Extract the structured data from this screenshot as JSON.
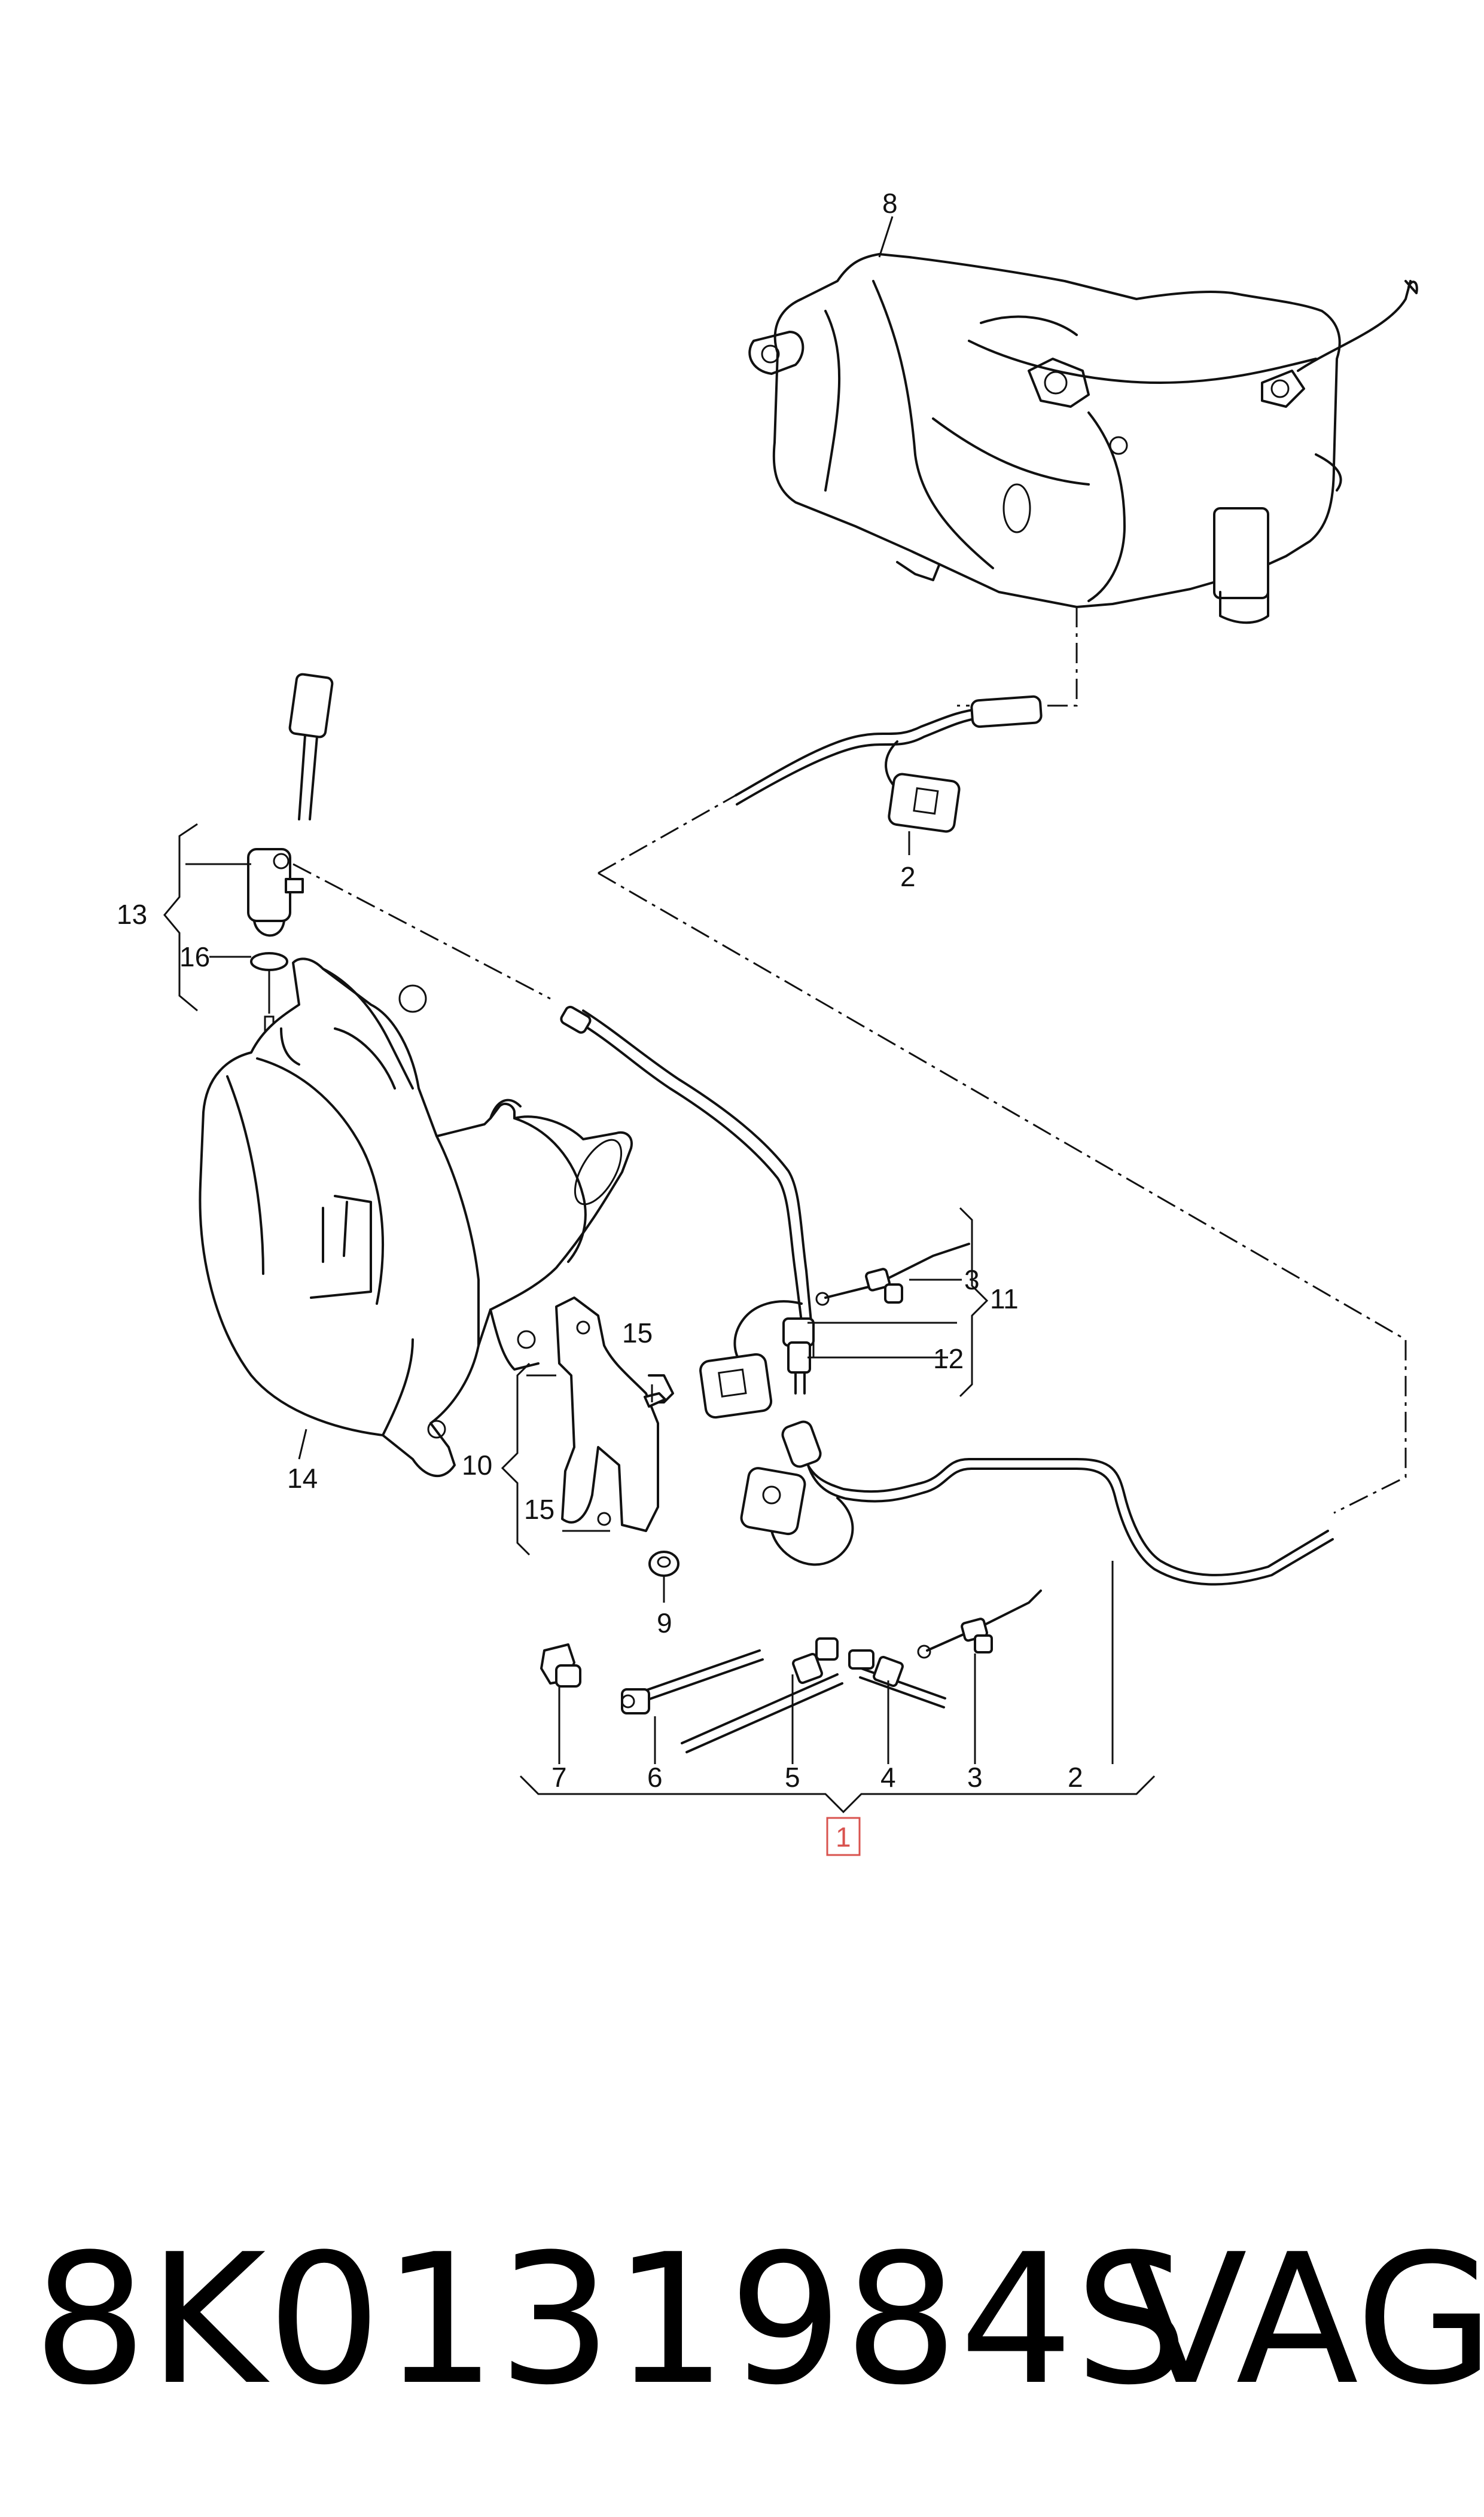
{
  "diagram": {
    "callouts": [
      {
        "id": "c1",
        "label": "1",
        "highlighted": true
      },
      {
        "id": "c2_top",
        "label": "2"
      },
      {
        "id": "c2_bottom",
        "label": "2"
      },
      {
        "id": "c3_right",
        "label": "3"
      },
      {
        "id": "c3_bottom",
        "label": "3"
      },
      {
        "id": "c4",
        "label": "4"
      },
      {
        "id": "c5",
        "label": "5"
      },
      {
        "id": "c6",
        "label": "6"
      },
      {
        "id": "c7",
        "label": "7"
      },
      {
        "id": "c8",
        "label": "8"
      },
      {
        "id": "c9",
        "label": "9"
      },
      {
        "id": "c10",
        "label": "10"
      },
      {
        "id": "c11",
        "label": "11"
      },
      {
        "id": "c12",
        "label": "12"
      },
      {
        "id": "c13",
        "label": "13"
      },
      {
        "id": "c14",
        "label": "14"
      },
      {
        "id": "c15_top",
        "label": "15"
      },
      {
        "id": "c15_bottom",
        "label": "15"
      },
      {
        "id": "c16",
        "label": "16"
      }
    ],
    "highlight_color": "#d9534f",
    "line_color": "#111111"
  },
  "footer": {
    "part_number": "8K0131984S",
    "brand": "VAG"
  }
}
